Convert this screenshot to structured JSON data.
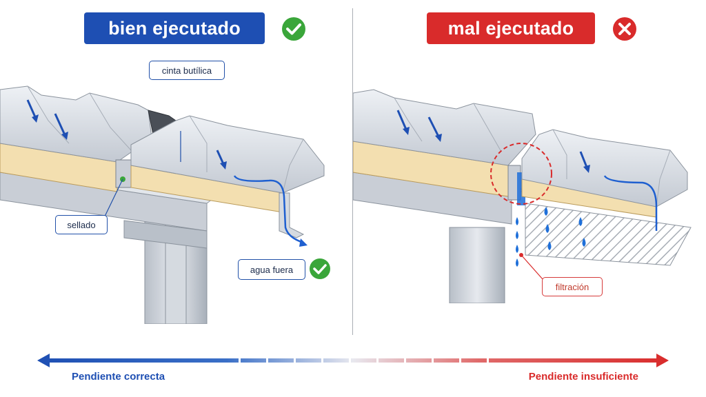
{
  "left": {
    "title": "bien ejecutado",
    "title_color": "#1e4fb3",
    "status_icon": "check-circle-icon",
    "callouts": {
      "tape": "cinta butílica",
      "seal": "sellado",
      "water_out": "agua fuera"
    }
  },
  "right": {
    "title": "mal ejecutado",
    "title_color": "#d92b2b",
    "status_icon": "x-circle-icon",
    "callouts": {
      "leak": "filtración"
    }
  },
  "slope_scale": {
    "left_label": "Pendiente correcta",
    "right_label": "Pendiente insuficiente",
    "left_color": "#1e4fb3",
    "right_color": "#d92b2b"
  }
}
